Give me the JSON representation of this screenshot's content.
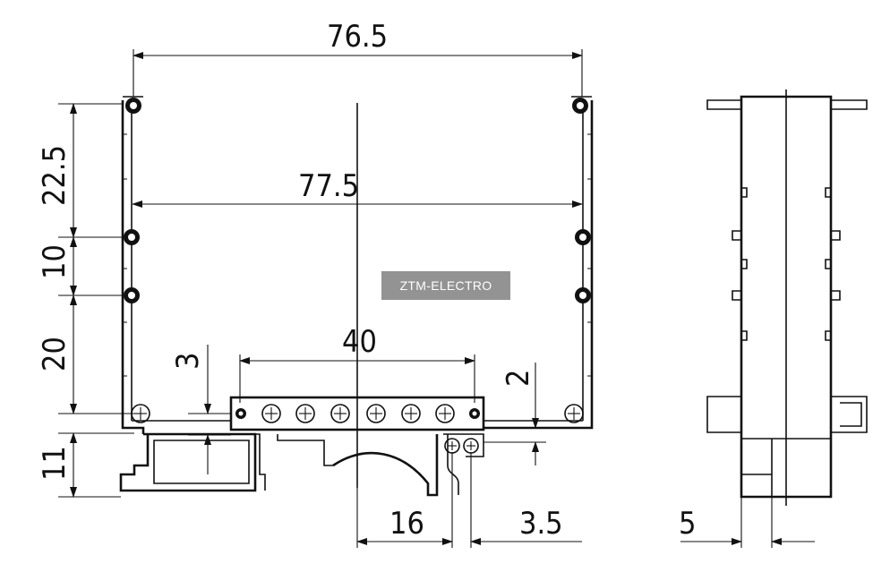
{
  "watermark": "ZTM-ELECTRO",
  "dimensions": {
    "top_width": "76.5",
    "inner_width": "77.5",
    "terminal_width": "40",
    "left_22_5": "22.5",
    "left_10": "10",
    "left_20": "20",
    "left_11": "11",
    "small_3": "3",
    "small_2": "2",
    "bottom_16": "16",
    "bottom_3_5": "3.5",
    "side_5": "5"
  }
}
